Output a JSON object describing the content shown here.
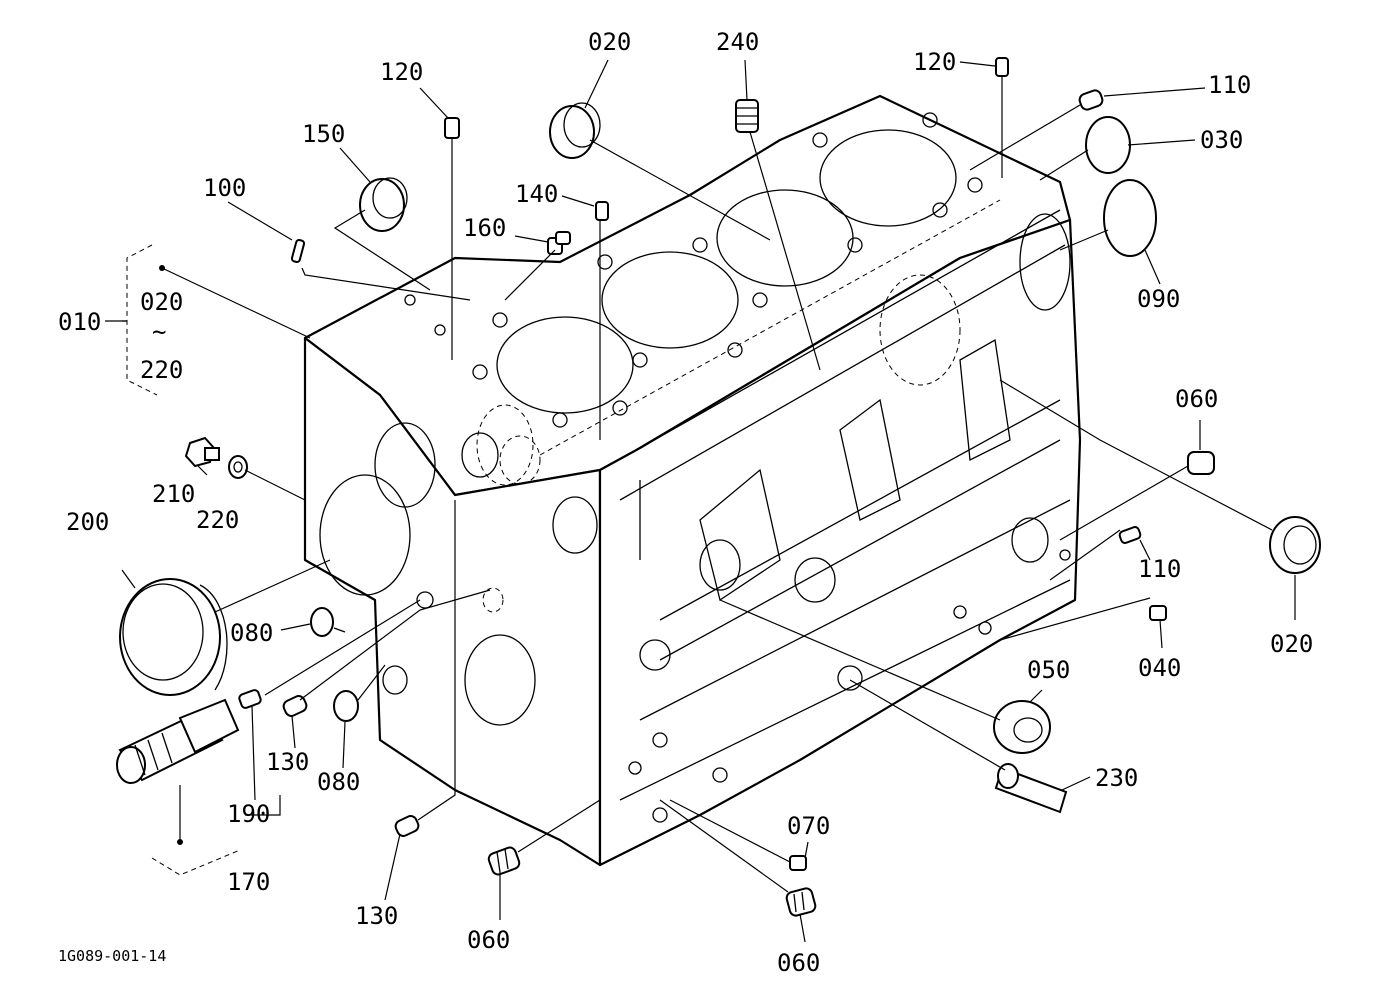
{
  "diagram": {
    "drawing_code": "1G089-001-14",
    "callouts": [
      {
        "id": "c-020-top",
        "text": "020"
      },
      {
        "id": "c-240",
        "text": "240"
      },
      {
        "id": "c-120-right",
        "text": "120"
      },
      {
        "id": "c-110-top",
        "text": "110"
      },
      {
        "id": "c-030",
        "text": "030"
      },
      {
        "id": "c-090",
        "text": "090"
      },
      {
        "id": "c-120-left",
        "text": "120"
      },
      {
        "id": "c-150",
        "text": "150"
      },
      {
        "id": "c-100",
        "text": "100"
      },
      {
        "id": "c-140",
        "text": "140"
      },
      {
        "id": "c-160",
        "text": "160"
      },
      {
        "id": "c-010",
        "text": "010"
      },
      {
        "id": "c-020-range",
        "text": "020"
      },
      {
        "id": "c-tilde",
        "text": "~"
      },
      {
        "id": "c-220-range",
        "text": "220"
      },
      {
        "id": "c-210",
        "text": "210"
      },
      {
        "id": "c-220",
        "text": "220"
      },
      {
        "id": "c-200",
        "text": "200"
      },
      {
        "id": "c-080-left",
        "text": "080"
      },
      {
        "id": "c-130-mid",
        "text": "130"
      },
      {
        "id": "c-080-bottom",
        "text": "080"
      },
      {
        "id": "c-190",
        "text": "190"
      },
      {
        "id": "c-170",
        "text": "170"
      },
      {
        "id": "c-130-bottom",
        "text": "130"
      },
      {
        "id": "c-060-bottom-left",
        "text": "060"
      },
      {
        "id": "c-070",
        "text": "070"
      },
      {
        "id": "c-060-bottom-right",
        "text": "060"
      },
      {
        "id": "c-230",
        "text": "230"
      },
      {
        "id": "c-050",
        "text": "050"
      },
      {
        "id": "c-040",
        "text": "040"
      },
      {
        "id": "c-110-right",
        "text": "110"
      },
      {
        "id": "c-060-right",
        "text": "060"
      },
      {
        "id": "c-020-right",
        "text": "020"
      }
    ]
  }
}
